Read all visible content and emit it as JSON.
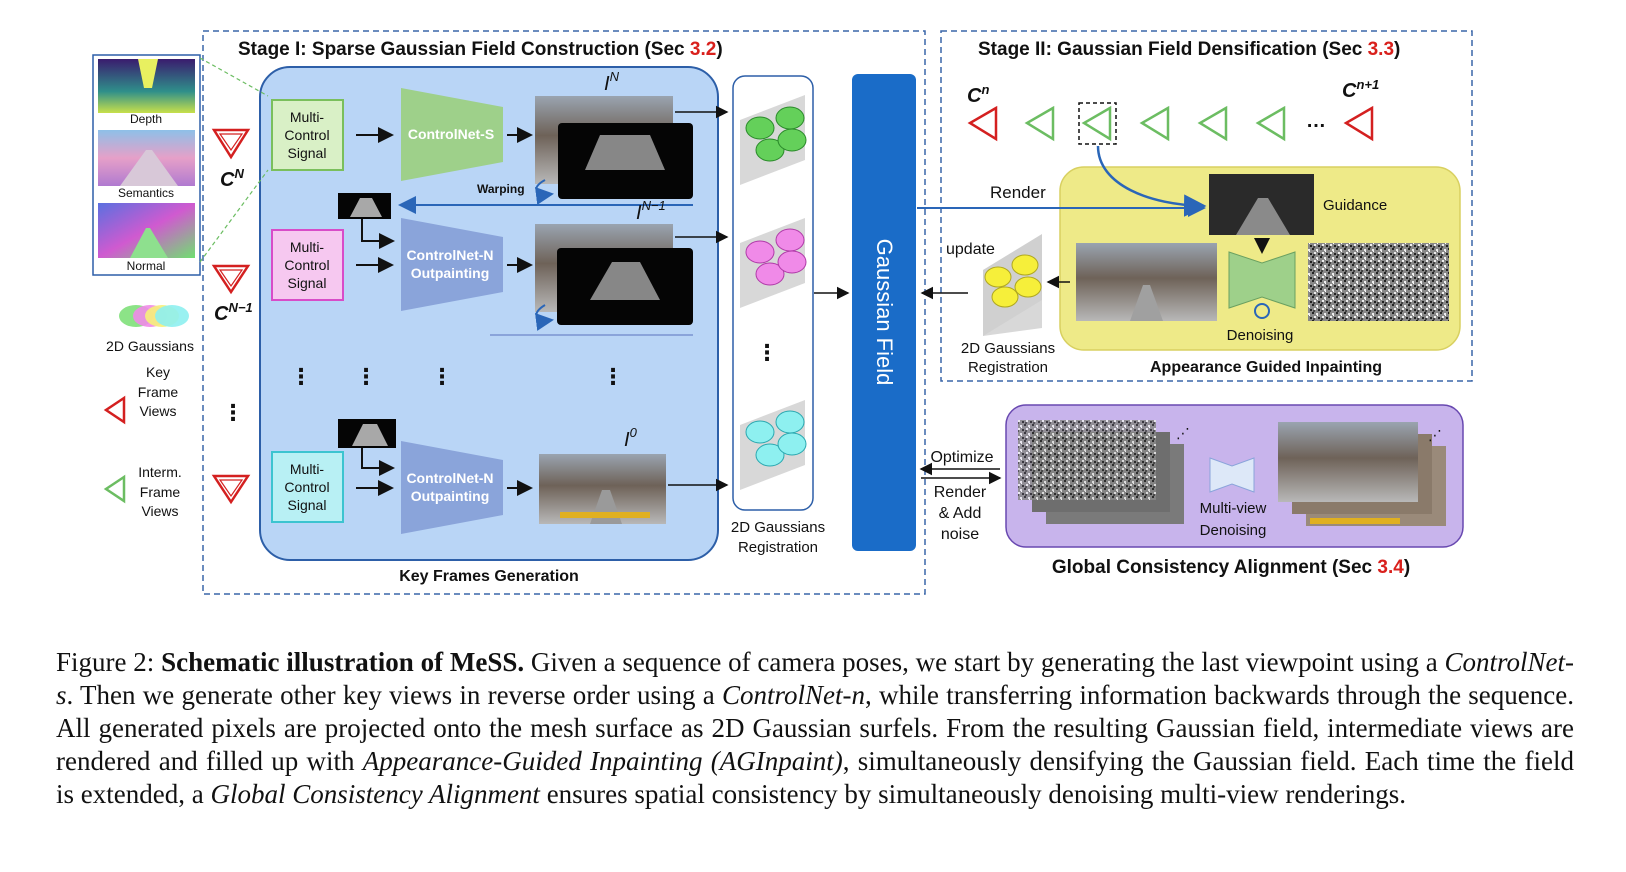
{
  "figure": {
    "stage1": {
      "title_pre": "Stage I: Sparse Gaussian Field Construction (Sec ",
      "title_ref": "3.2",
      "title_post": ")",
      "key_frames_label": "Key Frames Generation"
    },
    "stage2": {
      "title_pre": "Stage II: Gaussian Field Densification  (Sec ",
      "title_ref": "3.3",
      "title_post": ")",
      "inpaint_label": "Appearance Guided Inpainting",
      "guidance": "Guidance",
      "denoising": "Denoising",
      "render": "Render",
      "update": "update",
      "registration_line1": "2D Gaussians",
      "registration_line2": "Registration"
    },
    "global": {
      "title_pre": "Global Consistency Alignment (Sec ",
      "title_ref": "3.4",
      "title_post": ")",
      "optimize": "Optimize",
      "render_line1": "Render",
      "render_line2": "& Add",
      "render_line3": "noise",
      "mv_line1": "Multi-view",
      "mv_line2": "Denoising"
    },
    "signals": {
      "depth": "Depth",
      "semantics": "Semantics",
      "normal": "Normal"
    },
    "multi_control": {
      "line1": "Multi-",
      "line2": "Control",
      "line3": "Signal"
    },
    "controlnet_s": "ControlNet-S",
    "controlnet_n_line1": "ControlNet-N",
    "controlnet_n_line2": "Outpainting",
    "warping": "Warping",
    "registration_line1": "2D Gaussians",
    "registration_line2": "Registration",
    "gaussian_field": "Gaussian Field",
    "cameras": {
      "cN": "C",
      "cN_sup": "N",
      "cN1": "C",
      "cN1_sup": "N−1",
      "cn": "C",
      "cn_sup": "n",
      "cn1": "C",
      "cn1_sup": "n+1"
    },
    "images": {
      "iN": "I",
      "iN_sup": "N",
      "iN1": "I",
      "iN1_sup": "N−1",
      "i0": "I",
      "i0_sup": "0"
    },
    "legend": {
      "gaussians": "2D Gaussians",
      "key_line1": "Key",
      "key_line2": "Frame",
      "key_line3": "Views",
      "interm_line1": "Interm.",
      "interm_line2": "Frame",
      "interm_line3": "Views"
    },
    "colors": {
      "ref_red": "#d9201c",
      "accent_blue": "#1a6cc8",
      "stage_border": "#3a66a8",
      "panel_blue": "#b9d5f6",
      "panel_yellow": "#eeea88",
      "panel_purple": "#c8b4ec",
      "key_red": "#d42020",
      "interm_green": "#6cbd62"
    }
  },
  "caption": {
    "label": "Figure 2:",
    "bold": "Schematic illustration of MeSS.",
    "t1": " Given a sequence of camera poses, we start by generating the last viewpoint using a ",
    "i1": "ControlNet-s",
    "t2": ". Then we generate other key views in reverse order using a ",
    "i2": "ControlNet-n",
    "t3": ", while transferring information backwards through the sequence. All generated pixels are projected onto the mesh surface as 2D Gaussian surfels. From the resulting Gaussian field, intermediate views are rendered and filled up with ",
    "i3": "Appearance-Guided Inpainting (AGInpaint)",
    "t4": ", simultaneously densifying the Gaussian field. Each time the field is extended, a ",
    "i4": "Global Consistency Alignment",
    "t5": " ensures spatial consistency by simultaneously denoising multi-view renderings."
  }
}
